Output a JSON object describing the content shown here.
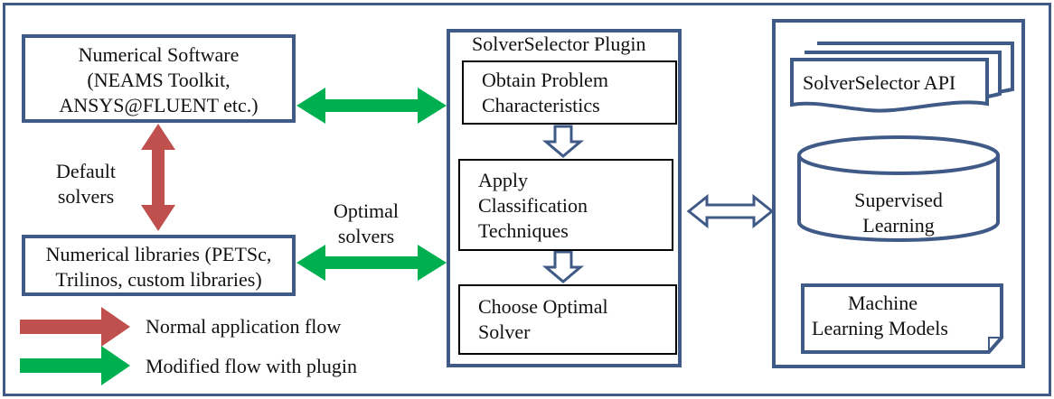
{
  "software_box": {
    "lines": [
      "Numerical Software",
      "(NEAMS Toolkit,",
      "ANSYS@FLUENT etc.)"
    ]
  },
  "libraries_box": {
    "lines": [
      "Numerical libraries (PETSc,",
      "Trilinos, custom libraries)"
    ]
  },
  "default_solvers": {
    "lines": [
      "Default",
      "solvers"
    ]
  },
  "optimal_solvers": {
    "lines": [
      "Optimal",
      "solvers"
    ]
  },
  "legend": {
    "normal": "Normal application flow",
    "modified": "Modified flow with plugin"
  },
  "plugin": {
    "title": "SolverSelector Plugin",
    "step1": [
      "Obtain Problem",
      "Characteristics"
    ],
    "step2": [
      "Apply",
      "Classification",
      "Techniques"
    ],
    "step3": [
      "Choose Optimal",
      "Solver"
    ]
  },
  "api": {
    "label": "SolverSelector API"
  },
  "database": {
    "lines": [
      "Supervised",
      "Learning"
    ]
  },
  "models": {
    "lines": [
      "Machine",
      "Learning Models"
    ]
  },
  "colors": {
    "frame": "#3f5a86",
    "normal_flow": "#c0504d",
    "modified_flow": "#00b050",
    "border": "#000000"
  }
}
